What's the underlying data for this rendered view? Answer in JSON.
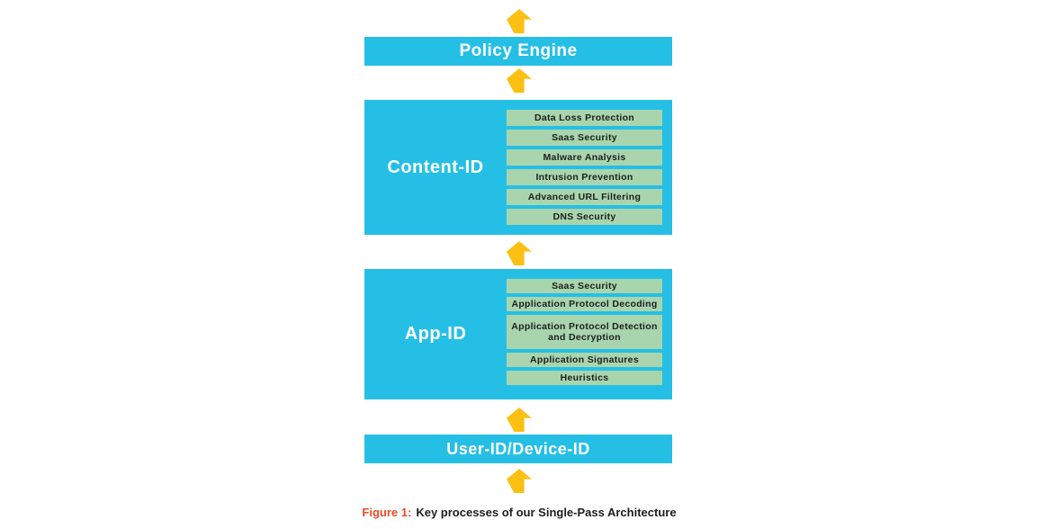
{
  "colors": {
    "blue": "#25bfe6",
    "green": "#a8d5ad",
    "arrow": "#fcc013",
    "accent": "#ec4b27",
    "dark": "#1d1d1b"
  },
  "policy_engine": {
    "label": "Policy Engine"
  },
  "content_id": {
    "label": "Content-ID",
    "items": [
      "Data Loss Protection",
      "Saas Security",
      "Malware Analysis",
      "Intrusion Prevention",
      "Advanced URL Filtering",
      "DNS Security"
    ]
  },
  "app_id": {
    "label": "App-ID",
    "items": [
      "Saas Security",
      "Application Protocol Decoding",
      "Application Protocol Detection and Decryption",
      "Application Signatures",
      "Heuristics"
    ]
  },
  "user_id": {
    "label": "User-ID/Device-ID"
  },
  "caption": {
    "prefix": "Figure 1:",
    "text": "Key processes of our Single-Pass Architecture"
  }
}
